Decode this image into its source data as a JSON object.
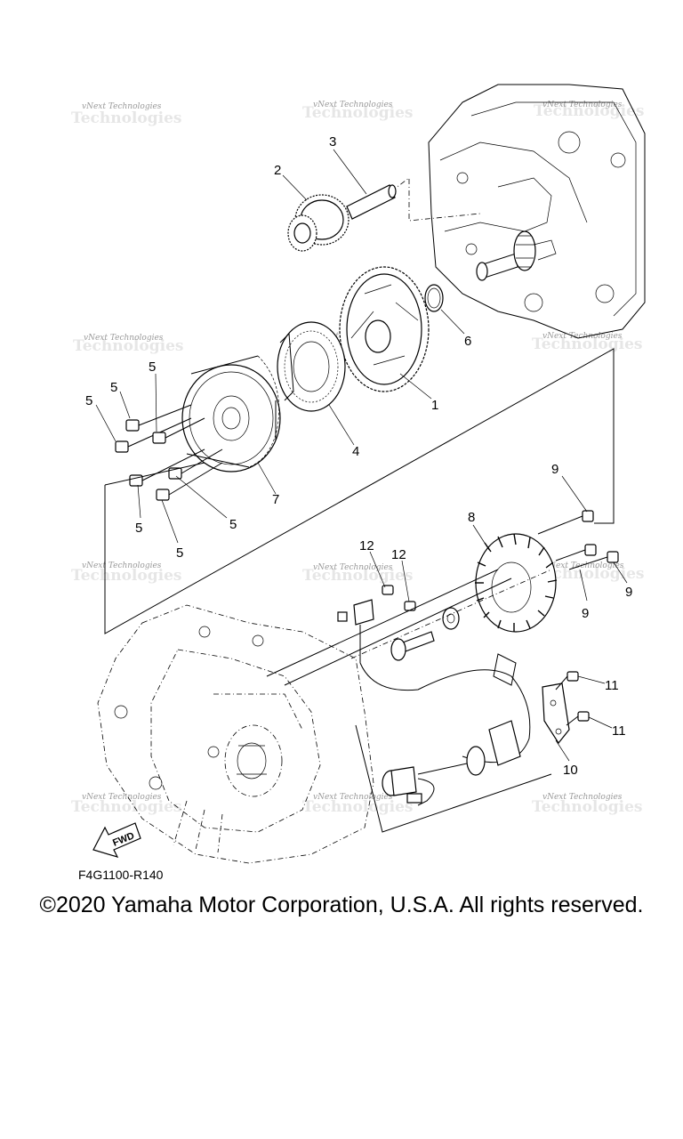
{
  "diagram": {
    "code": "F4G1100-R140",
    "fwd_label": "FWD",
    "watermark": "vNext Technologies",
    "callouts": {
      "c1": "1",
      "c2": "2",
      "c3": "3",
      "c4": "4",
      "c5a": "5",
      "c5b": "5",
      "c5c": "5",
      "c5d": "5",
      "c5e": "5",
      "c5f": "5",
      "c6": "6",
      "c7": "7",
      "c8": "8",
      "c9a": "9",
      "c9b": "9",
      "c9c": "9",
      "c10": "10",
      "c11a": "11",
      "c11b": "11",
      "c12a": "12",
      "c12b": "12"
    }
  },
  "footer": {
    "copyright": "©2020 Yamaha Motor Corporation, U.S.A. All rights reserved."
  }
}
